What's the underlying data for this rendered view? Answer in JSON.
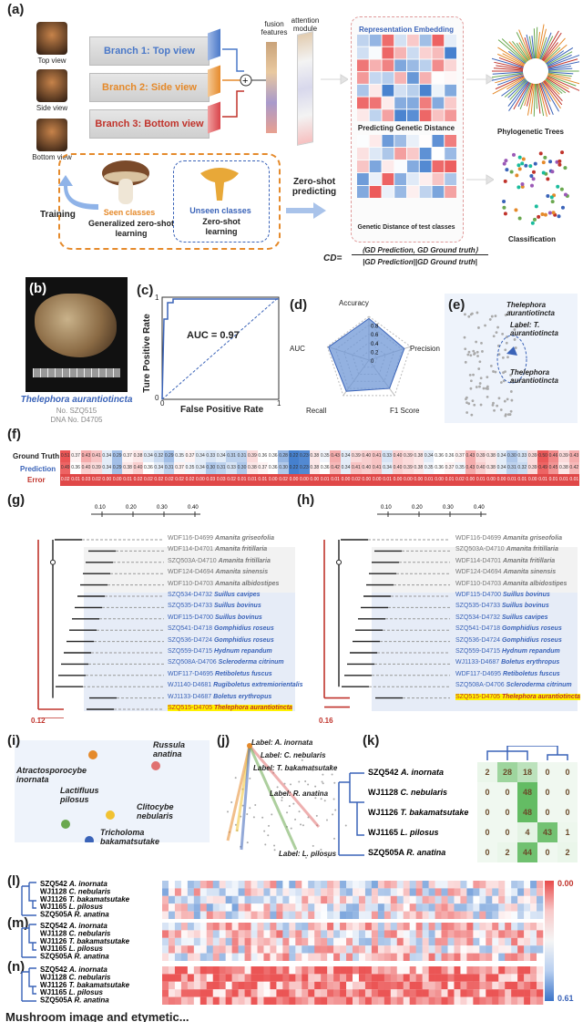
{
  "panels": {
    "a": "(a)",
    "b": "(b)",
    "c": "(c)",
    "d": "(d)",
    "e": "(e)",
    "f": "(f)",
    "g": "(g)",
    "h": "(h)",
    "i": "(i)",
    "j": "(j)",
    "k": "(k)",
    "l": "(l)",
    "m": "(m)",
    "n": "(n)"
  },
  "panel_a": {
    "views": [
      "Top view",
      "Side view",
      "Bottom view"
    ],
    "branches": [
      "Branch 1: Top view",
      "Branch 2: Side view",
      "Branch 3: Bottom view"
    ],
    "branch_colors": [
      "#4a78c8",
      "#e58a2b",
      "#c0332b"
    ],
    "fusion_label": "fusion features",
    "attention_label": "attention module",
    "rep_title": "Representation Embedding",
    "pred_title": "Predicting Genetic Distance",
    "test_title": "Genetic Distance of test classes",
    "phylo": "Phylogenetic Trees",
    "classification": "Classification",
    "training": "Training",
    "zero_shot": "Zero-shot predicting",
    "seen_title": "Seen classes",
    "seen_sub": "Generalized zero-shot learning",
    "unseen_title": "Unseen classes",
    "unseen_sub": "Zero-shot learning",
    "formula_lhs": "CD=",
    "formula_num": "⟨GD Prediction, GD Ground truth⟩",
    "formula_den": "|GD Prediction||GD Ground truth|"
  },
  "panel_b": {
    "species": "Thelephora aurantiotincta",
    "no": "No. SZQ515",
    "dna": "DNA No. D4705"
  },
  "panel_c": {
    "auc": "AUC = 0.97",
    "xlabel": "False Positive Rate",
    "ylabel": "Ture Positive Rate",
    "xticks": [
      "0",
      "1"
    ],
    "yticks": [
      "0",
      "1"
    ]
  },
  "panel_d": {
    "axes": [
      "Accuracy",
      "Precision",
      "F1 Score",
      "Recall",
      "AUC"
    ],
    "ticks": [
      "0.8",
      "0.6",
      "0.4",
      "0.2",
      "0"
    ]
  },
  "panel_e": {
    "title": "Thelephora aurantiotincta",
    "label": "Label: T. aurantiotincta",
    "bottom": "Thelephora aurantiotincta"
  },
  "panel_f": {
    "rows": [
      "Ground Truth",
      "Prediction",
      "Error"
    ],
    "row_colors": [
      "#333333",
      "#3a63b8",
      "#c0332b"
    ],
    "truth": [
      "0.51",
      "0.37",
      "0.43",
      "0.41",
      "0.34",
      "0.29",
      "0.37",
      "0.38",
      "0.34",
      "0.32",
      "0.29",
      "0.35",
      "0.37",
      "0.34",
      "0.33",
      "0.34",
      "0.31",
      "0.31",
      "0.39",
      "0.36",
      "0.36",
      "0.28",
      "0.22",
      "0.23",
      "0.38",
      "0.35",
      "0.43",
      "0.34",
      "0.39",
      "0.40",
      "0.41",
      "0.33",
      "0.40",
      "0.39",
      "0.38",
      "0.34",
      "0.36",
      "0.36",
      "0.37",
      "0.43",
      "0.39",
      "0.38",
      "0.34",
      "0.30",
      "0.33",
      "0.39",
      "0.50",
      "0.46",
      "0.39",
      "0.43"
    ],
    "pred": [
      "0.49",
      "0.36",
      "0.40",
      "0.39",
      "0.34",
      "0.29",
      "0.38",
      "0.40",
      "0.36",
      "0.34",
      "0.31",
      "0.37",
      "0.35",
      "0.34",
      "0.30",
      "0.31",
      "0.33",
      "0.30",
      "0.38",
      "0.37",
      "0.36",
      "0.30",
      "0.22",
      "0.23",
      "0.38",
      "0.36",
      "0.42",
      "0.34",
      "0.41",
      "0.40",
      "0.41",
      "0.34",
      "0.40",
      "0.39",
      "0.38",
      "0.35",
      "0.36",
      "0.37",
      "0.35",
      "0.43",
      "0.40",
      "0.38",
      "0.34",
      "0.31",
      "0.32",
      "0.39",
      "0.49",
      "0.45",
      "0.38",
      "0.42"
    ],
    "err": [
      "0.02",
      "0.01",
      "0.03",
      "0.02",
      "0.00",
      "0.00",
      "0.01",
      "0.02",
      "0.02",
      "0.02",
      "0.02",
      "0.02",
      "0.02",
      "0.00",
      "0.03",
      "0.03",
      "0.02",
      "0.01",
      "0.01",
      "0.01",
      "0.00",
      "0.02",
      "0.00",
      "0.00",
      "0.00",
      "0.01",
      "0.01",
      "0.00",
      "0.02",
      "0.00",
      "0.00",
      "0.01",
      "0.00",
      "0.00",
      "0.00",
      "0.01",
      "0.00",
      "0.01",
      "0.02",
      "0.00",
      "0.01",
      "0.00",
      "0.00",
      "0.01",
      "0.01",
      "0.00",
      "0.01",
      "0.01",
      "0.01",
      "0.01"
    ]
  },
  "tree_g": {
    "scale": [
      "0.10",
      "0.20",
      "0.30",
      "0.40"
    ],
    "bar": "0.12",
    "leaves": [
      {
        "id": "WDF116-D4699",
        "sp": "Amanita griseofolia",
        "group": "gray"
      },
      {
        "id": "WDF114-D4701",
        "sp": "Amanita fritillaria",
        "group": "gray"
      },
      {
        "id": "SZQ503A-D4710",
        "sp": "Amanita fritillaria",
        "group": "gray"
      },
      {
        "id": "WDF124-D4694",
        "sp": "Amanita sinensis",
        "group": "gray"
      },
      {
        "id": "WDF110-D4703",
        "sp": "Amanita albidostipes",
        "group": "gray"
      },
      {
        "id": "SZQ534-D4732",
        "sp": "Suillus cavipes",
        "group": "blue"
      },
      {
        "id": "SZQ535-D4733",
        "sp": "Suillus bovinus",
        "group": "blue"
      },
      {
        "id": "WDF115-D4700",
        "sp": "Suillus bovinus",
        "group": "blue"
      },
      {
        "id": "SZQ541-D4718",
        "sp": "Gomphidius roseus",
        "group": "blue"
      },
      {
        "id": "SZQ536-D4724",
        "sp": "Gomphidius roseus",
        "group": "blue"
      },
      {
        "id": "SZQ559-D4715",
        "sp": "Hydnum repandum",
        "group": "blue"
      },
      {
        "id": "SZQ508A-D4706",
        "sp": "Scleroderma citrinum",
        "group": "blue"
      },
      {
        "id": "WDF117-D4695",
        "sp": "Retiboletus fuscus",
        "group": "blue"
      },
      {
        "id": "WJ1140-D4681",
        "sp": "Rugiboletus extremiorientalis",
        "group": "blue"
      },
      {
        "id": "WJ1133-D4687",
        "sp": "Boletus erythropus",
        "group": "blue"
      },
      {
        "id": "SZQ515-D4705",
        "sp": "Thelephora aurantiotincta",
        "group": "hl"
      }
    ]
  },
  "tree_h": {
    "scale": [
      "0.10",
      "0.20",
      "0.30",
      "0.40"
    ],
    "bar": "0.16",
    "leaves": [
      {
        "id": "WDF116-D4699",
        "sp": "Amanita griseofolia",
        "group": "gray"
      },
      {
        "id": "SZQ503A-D4710",
        "sp": "Amanita fritillaria",
        "group": "gray"
      },
      {
        "id": "WDF114-D4701",
        "sp": "Amanita fritillaria",
        "group": "gray"
      },
      {
        "id": "WDF124-D4694",
        "sp": "Amanita sinensis",
        "group": "gray"
      },
      {
        "id": "WDF110-D4703",
        "sp": "Amanita albidostipes",
        "group": "gray"
      },
      {
        "id": "WDF115-D4700",
        "sp": "Suillus bovinus",
        "group": "blue"
      },
      {
        "id": "SZQ535-D4733",
        "sp": "Suillus bovinus",
        "group": "blue"
      },
      {
        "id": "SZQ534-D4732",
        "sp": "Suillus cavipes",
        "group": "blue"
      },
      {
        "id": "SZQ541-D4718",
        "sp": "Gomphidius roseus",
        "group": "blue"
      },
      {
        "id": "SZQ536-D4724",
        "sp": "Gomphidius roseus",
        "group": "blue"
      },
      {
        "id": "SZQ559-D4715",
        "sp": "Hydnum repandum",
        "group": "blue"
      },
      {
        "id": "WJ1133-D4687",
        "sp": "Boletus erythropus",
        "group": "blue"
      },
      {
        "id": "WDF117-D4695",
        "sp": "Retiboletus fuscus",
        "group": "blue"
      },
      {
        "id": "SZQ508A-D4706",
        "sp": "Scleroderma citrinum",
        "group": "blue"
      },
      {
        "id": "SZQ515-D4705",
        "sp": "Thelephora aurantiotincta",
        "group": "hl"
      }
    ]
  },
  "panel_i": {
    "species": [
      "Atractosporocybe inornata",
      "Russula anatina",
      "Lactifluus pilosus",
      "Clitocybe nebularis",
      "Tricholoma bakamatsutake"
    ]
  },
  "panel_j": {
    "labels": [
      "Label: A. inornata",
      "Label: C. nebularis",
      "Label: T. bakamatsutake",
      "Label: R. anatina",
      "Label: L. pilosus"
    ]
  },
  "panel_k": {
    "rows": [
      {
        "id": "SZQ542",
        "sp": "A. inornata"
      },
      {
        "id": "WJ1128",
        "sp": "C. nebularis"
      },
      {
        "id": "WJ1126",
        "sp": "T. bakamatsutake"
      },
      {
        "id": "WJ1165",
        "sp": "L. pilosus"
      },
      {
        "id": "SZQ505A",
        "sp": "R. anatina"
      }
    ],
    "matrix": [
      [
        2,
        28,
        18,
        0,
        0
      ],
      [
        0,
        0,
        48,
        0,
        0
      ],
      [
        0,
        0,
        48,
        0,
        0
      ],
      [
        0,
        0,
        4,
        43,
        1
      ],
      [
        0,
        2,
        44,
        0,
        2
      ]
    ]
  },
  "heatmaps": {
    "rows": [
      {
        "id": "SZQ542",
        "sp": "A. inornata"
      },
      {
        "id": "WJ1128",
        "sp": "C. nebularis"
      },
      {
        "id": "WJ1126",
        "sp": "T. bakamatsutake"
      },
      {
        "id": "WJ1165",
        "sp": "L. pilosus"
      },
      {
        "id": "SZQ505A",
        "sp": "R. anatina"
      }
    ],
    "cbar_max": "0.00",
    "cbar_min": "0.61"
  },
  "footer": "Mushroom image and etymetic..."
}
